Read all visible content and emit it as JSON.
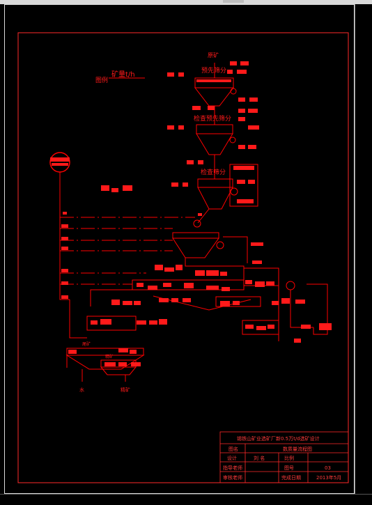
{
  "diagram": {
    "legend_prefix": "图例",
    "legend_text": "矿量t/h",
    "feed_label": "原矿",
    "stage_rough_screening": "预先筛分",
    "stage_check_rough_screening": "检查预先筛分",
    "stage_check_screening": "检查筛分",
    "stage_water": "水",
    "stage_concentrate": "精矿",
    "small_label_tailings": "尾矿",
    "small_label_b": "精矿"
  },
  "title_block": {
    "title": "锡铁山矿业选矿厂新0.5万t/d选矿设计",
    "drawing_name_label": "图名",
    "drawing_name": "数质量流程图",
    "designer_label": "设计",
    "designer": "刘  名",
    "ratio_label": "比例",
    "advisor_label": "指导老师",
    "drawing_no_label": "图号",
    "drawing_no": "03",
    "reviewer_label": "审核老师",
    "date_label": "完成日期",
    "date": "2013年5月"
  },
  "colors": {
    "line": "#ff0000",
    "label_fill": "#ff1a1a",
    "background": "#000000",
    "border": "#ff2a2a"
  }
}
